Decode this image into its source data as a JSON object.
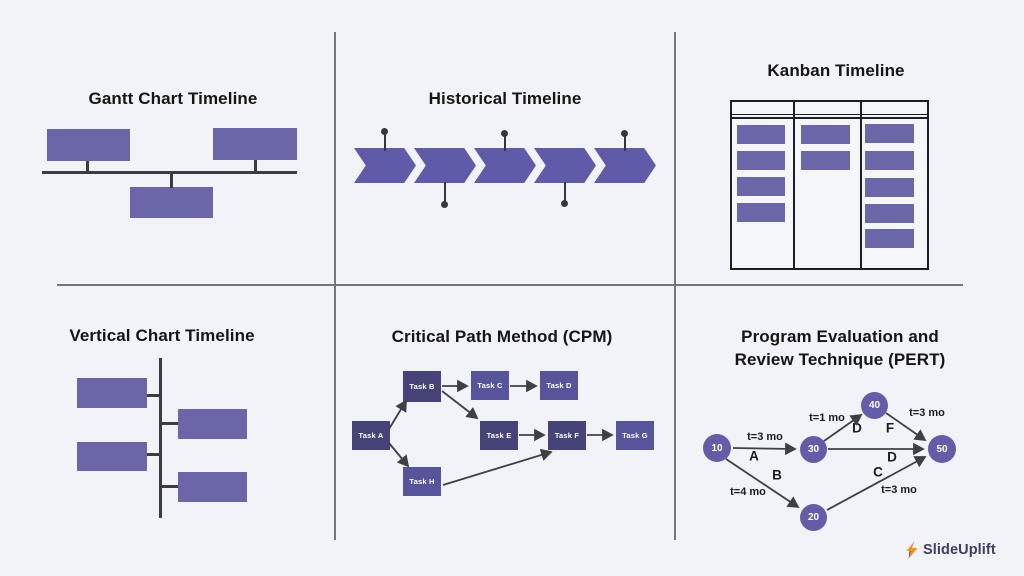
{
  "panels": {
    "gantt": {
      "title": "Gantt Chart Timeline"
    },
    "historical": {
      "title": "Historical Timeline"
    },
    "kanban": {
      "title": "Kanban Timeline"
    },
    "vertical_chart": {
      "title": "Vertical Chart Timeline"
    },
    "cpm": {
      "title": "Critical Path Method (CPM)",
      "nodes": [
        {
          "label": "Task A"
        },
        {
          "label": "Task B"
        },
        {
          "label": "Task C"
        },
        {
          "label": "Task D"
        },
        {
          "label": "Task E"
        },
        {
          "label": "Task F"
        },
        {
          "label": "Task G"
        },
        {
          "label": "Task H"
        }
      ],
      "edges": [
        "A→B",
        "A→H",
        "B→C",
        "C→D",
        "B→E",
        "E→F",
        "H→F",
        "F→G"
      ]
    },
    "pert": {
      "title_line1": "Program Evaluation and",
      "title_line2": "Review Technique (PERT)",
      "nodes": [
        {
          "label": "10"
        },
        {
          "label": "30"
        },
        {
          "label": "40"
        },
        {
          "label": "50"
        },
        {
          "label": "20"
        }
      ],
      "labels": {
        "a_time": "t=3 mo",
        "a_letter": "A",
        "b_letter": "B",
        "b_time": "t=4 mo",
        "d1_time": "t=1 mo",
        "d1_letter": "D",
        "f_letter": "F",
        "f_time": "t=3 mo",
        "d2_letter": "D",
        "c_letter": "C",
        "c_time": "t=3 mo"
      },
      "edges": [
        "10→30",
        "10→20",
        "30→40",
        "30→50",
        "40→50",
        "20→50"
      ]
    }
  },
  "branding": {
    "name": "SlideUplift",
    "icon": "slideuplift-bolt-icon"
  },
  "colors": {
    "background": "#f2f3f8",
    "shape_purple": "#6a66a8",
    "chevron_purple": "#5f5ba8",
    "cpm_node_dark": "#454378",
    "cpm_node_light": "#56549a",
    "pert_circle": "#625da6",
    "connector_dark": "#3c3c42",
    "divider_gray": "#73767d",
    "logo_orange": "#f6921e",
    "logo_text": "#3e3d63"
  }
}
